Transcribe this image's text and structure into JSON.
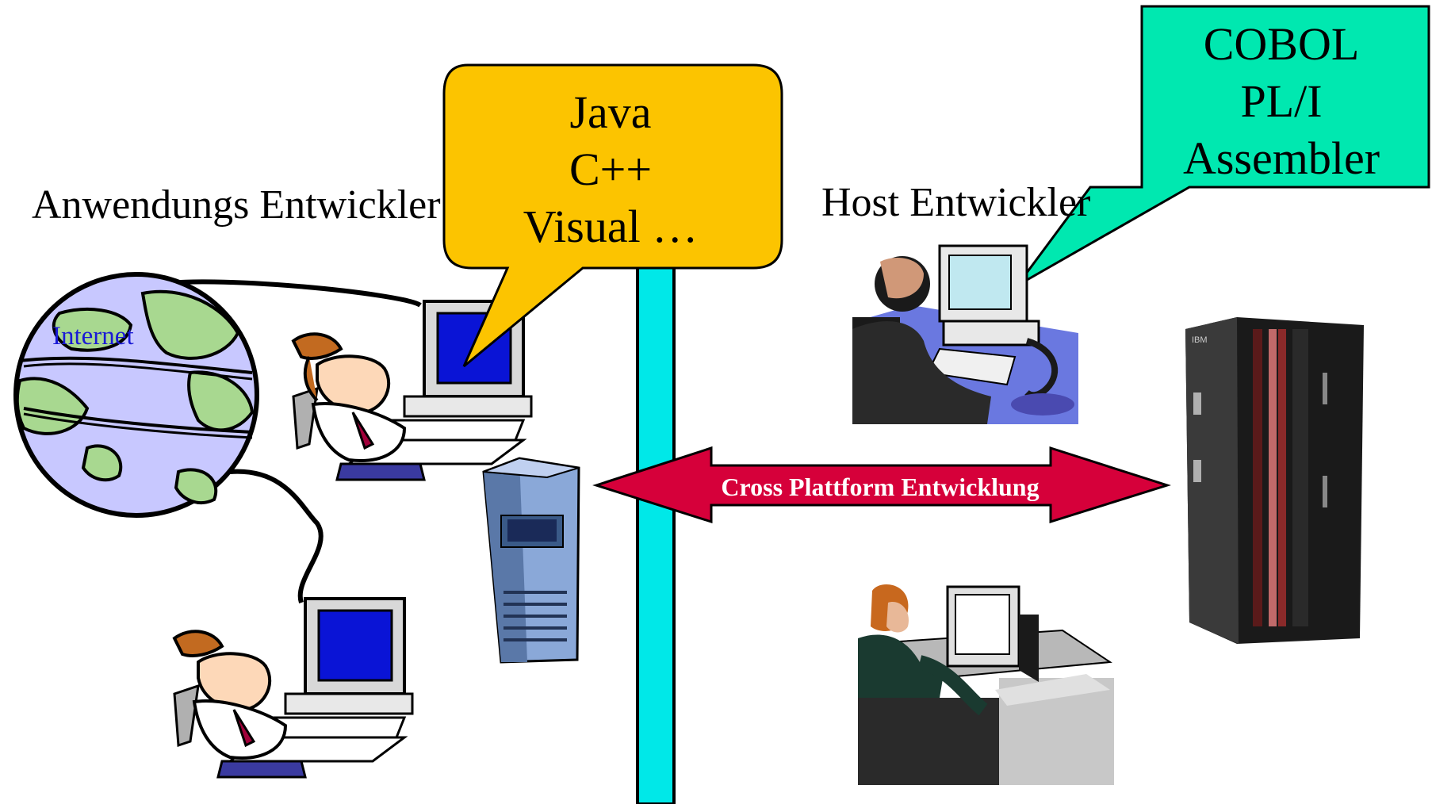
{
  "labels": {
    "app_developer": "Anwendungs Entwickler",
    "host_developer": "Host Entwickler",
    "internet": "Internet",
    "arrow": "Cross Plattform Entwicklung"
  },
  "bubbles": {
    "languages_left": [
      "Java",
      "C++",
      "Visual …"
    ],
    "languages_right": [
      "COBOL",
      "PL/I",
      "Assembler"
    ]
  },
  "colors": {
    "bubble_left": "#fcc400",
    "bubble_right": "#00e8b0",
    "divider": "#00e8e8",
    "arrow": "#d6003a",
    "globe_water": "#c8c8ff",
    "globe_land": "#a8d890",
    "screen_blue": "#0a14d6"
  },
  "icons": [
    "globe-icon",
    "developer-icon",
    "server-tower-icon",
    "mainframe-icon",
    "host-developer-icon"
  ]
}
